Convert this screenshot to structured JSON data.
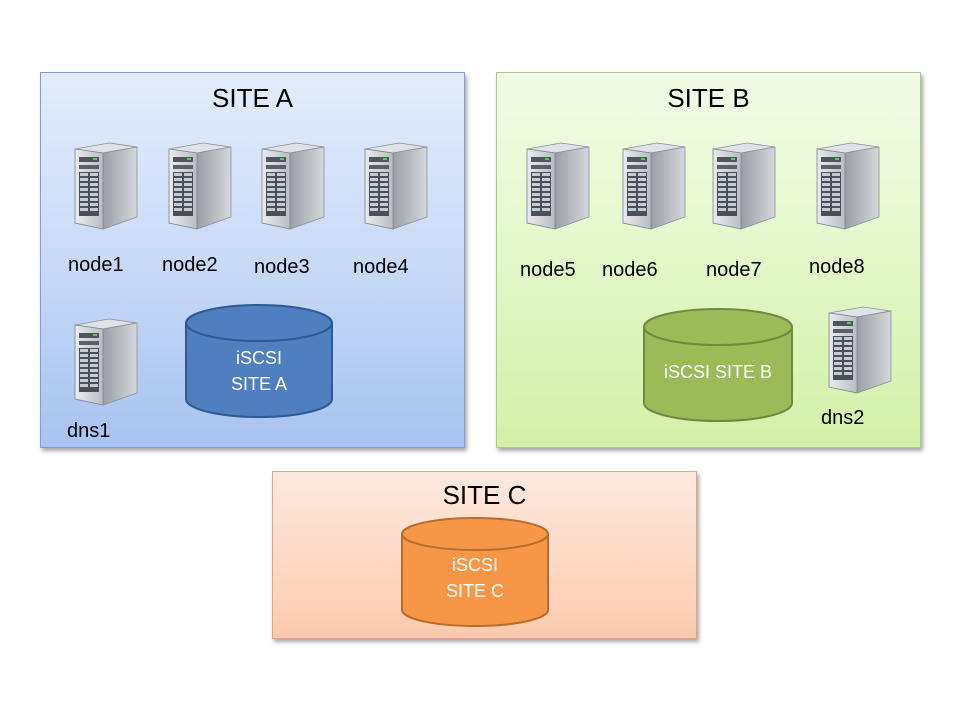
{
  "sites": {
    "a": {
      "title": "SITE A",
      "nodes": [
        "node1",
        "node2",
        "node3",
        "node4"
      ],
      "dns": "dns1",
      "storage": {
        "line1": "iSCSI",
        "line2": "SITE A",
        "color": "#4f7fbf",
        "rim": "#2f5a93"
      },
      "colors": {
        "top": "#e3ecfb",
        "bottom": "#a7c3f0"
      }
    },
    "b": {
      "title": "SITE B",
      "nodes": [
        "node5",
        "node6",
        "node7",
        "node8"
      ],
      "dns": "dns2",
      "storage": {
        "line1": "iSCSI SITE B",
        "color": "#9bbb59",
        "rim": "#71893f"
      },
      "colors": {
        "top": "#f2fbe6",
        "bottom": "#d3f0a8"
      }
    },
    "c": {
      "title": "SITE C",
      "storage": {
        "line1": "iSCSI",
        "line2": "SITE C",
        "color": "#f79646",
        "rim": "#b66d2d"
      },
      "colors": {
        "top": "#fde9df",
        "bottom": "#fbc9ad"
      }
    }
  },
  "icons": {
    "server": "server-tower-icon",
    "storage": "database-cylinder-icon"
  }
}
